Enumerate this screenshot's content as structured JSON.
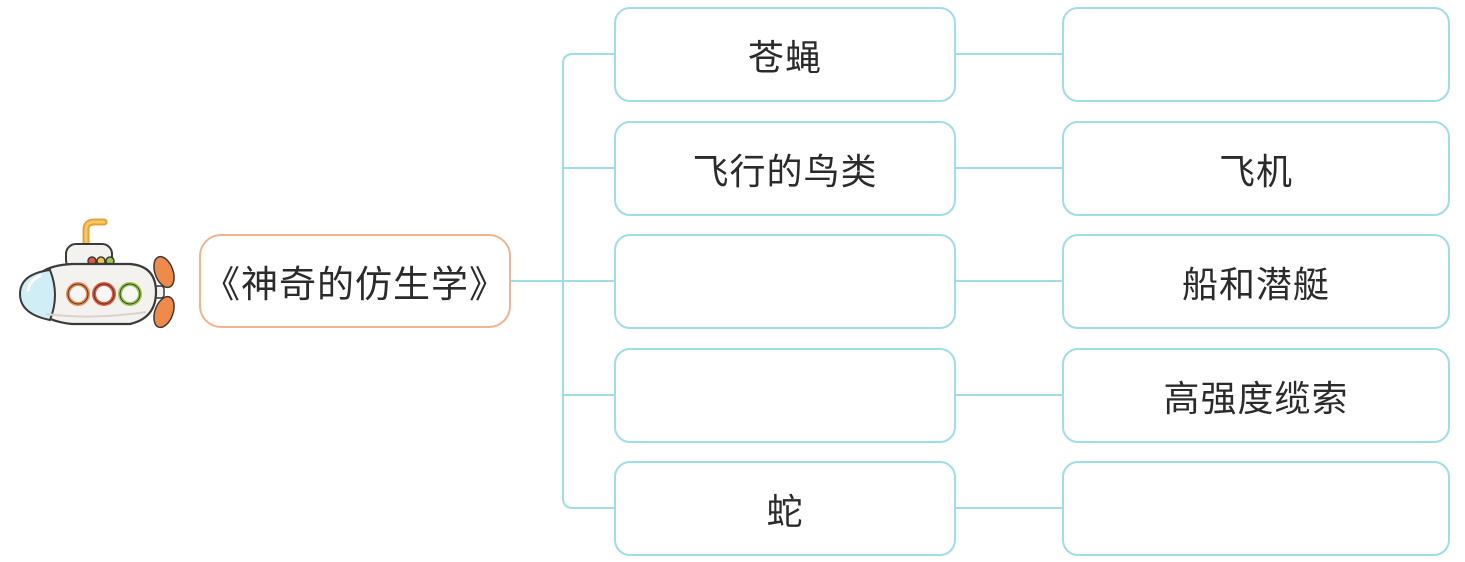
{
  "root": {
    "label": "《神奇的仿生学》"
  },
  "rows": [
    {
      "animal": "苍蝇",
      "invention": ""
    },
    {
      "animal": "飞行的鸟类",
      "invention": "飞机"
    },
    {
      "animal": "",
      "invention": "船和潜艇"
    },
    {
      "animal": "",
      "invention": "高强度缆索"
    },
    {
      "animal": "蛇",
      "invention": ""
    }
  ],
  "colors": {
    "box_border": "#9fdde9",
    "root_border": "#f3b38f",
    "connector": "#9fdde9",
    "text": "#2b2b2b"
  },
  "icons": {
    "decoration": "submarine-icon"
  }
}
